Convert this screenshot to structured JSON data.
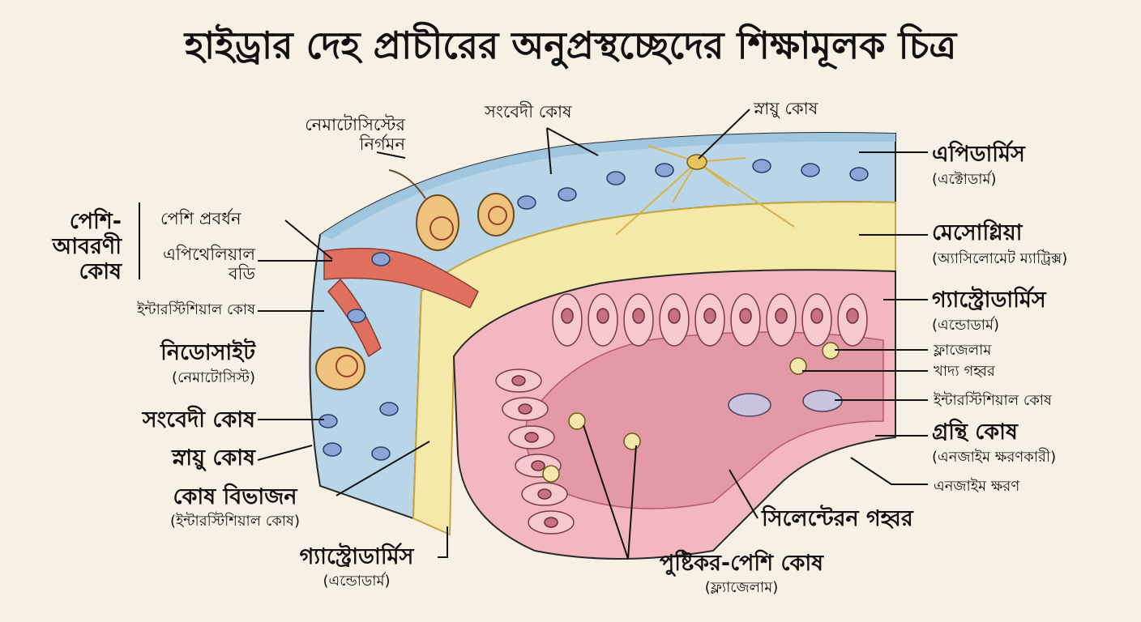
{
  "title": "হাইড্রার দেহ প্রাচীরের অনুপ্রস্থচ্ছেদের শিক্ষামূলক চিত্র",
  "labels": {
    "nematocyst_discharge": "নেমাটোসিস্টের নির্গমন",
    "sensory_cell_top": "সংবেদী কোষ",
    "nerve_cell_top": "স্নায়ু কোষ",
    "epidermis": "এপিডার্মিস",
    "epidermis_sub": "(এক্টোডার্ম)",
    "mesoglea": "মেসোগ্লিয়া",
    "mesoglea_sub": "(অ্যাসিলোমেট ম্যাট্রিক্স)",
    "gastrodermis_right": "গ্যাস্ট্রোডার্মিস",
    "gastrodermis_right_sub": "(এন্ডোডার্ম)",
    "flagellum": "ফ্লাজেলাম",
    "food_vacuole": "খাদ্য গহ্বর",
    "interstitial_cell_right": "ইন্টারস্টিশিয়াল কোষ",
    "gland_cell": "গ্রন্থি কোষ",
    "gland_cell_sub": "(এনজাইম ক্ষরণকারী)",
    "enzyme_secretion": "এনজাইম ক্ষরণ",
    "coelenteron": "সিলেন্টেরন গহ্বর",
    "nutritive_muscle_cell": "পুষ্টিকর-পেশি কোষ",
    "nutritive_muscle_cell_sub": "(ফ্ল্যাজেলাম)",
    "gastrodermis_bottom": "গ্যাস্ট্রোডার্মিস",
    "gastrodermis_bottom_sub": "(এন্ডোডার্ম)",
    "cell_division": "কোষ বিভাজন",
    "cell_division_sub": "(ইন্টারস্টিশিয়াল কোষ)",
    "nerve_cell_left": "স্নায়ু কোষ",
    "sensory_cell_left": "সংবেদী কোষ",
    "cnidocyte": "নিডোসাইট",
    "cnidocyte_sub": "(নেমাটোসিস্ট)",
    "interstitial_cell_left": "ইন্টারস্টিশিয়াল কোষ",
    "muscle_epithelial_cell": "পেশি-আবরণী কোষ",
    "muscle_process": "পেশি প্রবর্ধন",
    "epithelial_body": "এপিথেলিয়াল বডি"
  },
  "colors": {
    "background": "#f6f1e4",
    "epidermis": "#b9d6e8",
    "mesoglea": "#f4e9a8",
    "gastrodermis": "#f3b7c0",
    "coelenteron": "#e39aa6",
    "muscle": "#e0705e",
    "cnidocyte": "#efc27d",
    "nerve": "#e8c45c",
    "outline": "#2a2a2a"
  }
}
